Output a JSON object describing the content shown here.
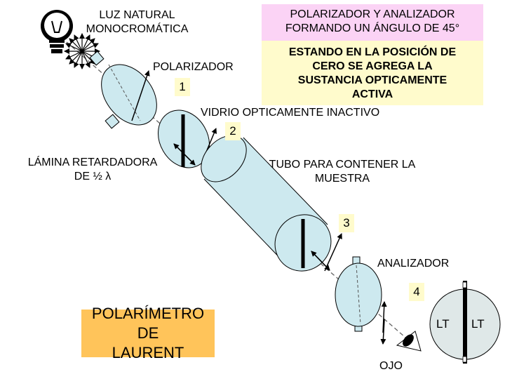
{
  "labels": {
    "luz_line1": "LUZ NATURAL",
    "luz_line2": "MONOCROMÁTICA",
    "pol_ana_line1": "POLARIZADOR Y ANALIZADOR",
    "pol_ana_line2": "FORMANDO UN ÁNGULO DE 45°",
    "posicion_line1": "ESTANDO EN LA POSICIÓN DE",
    "posicion_line2": "CERO SE AGREGA LA",
    "posicion_line3": "SUSTANCIA OPTICAMENTE",
    "posicion_line4": "ACTIVA",
    "polarizador": "POLARIZADOR",
    "vidrio": "VIDRIO OPTICAMENTE INACTIVO",
    "lamina_line1": "LÁMINA RETARDADORA",
    "lamina_line2": "DE ½ λ",
    "tubo_line1": "TUBO PARA CONTENER LA",
    "tubo_line2": "MUESTRA",
    "analizador": "ANALIZADOR",
    "ojo": "OJO",
    "title_line1": "POLARÍMETRO DE",
    "title_line2": "LAURENT",
    "lt_left": "LT",
    "lt_right": "LT"
  },
  "numbers": {
    "n1": "1",
    "n2": "2",
    "n3": "3",
    "n4": "4"
  },
  "colors": {
    "pink_box": "#fbd3f5",
    "yellow_box": "#fffbcc",
    "orange_box": "#ffc45a",
    "component_fill": "#cde9ef",
    "accent_arrows": "#000000"
  },
  "icons": {
    "bulb": "lightbulb-icon",
    "eye": "eye-icon"
  }
}
